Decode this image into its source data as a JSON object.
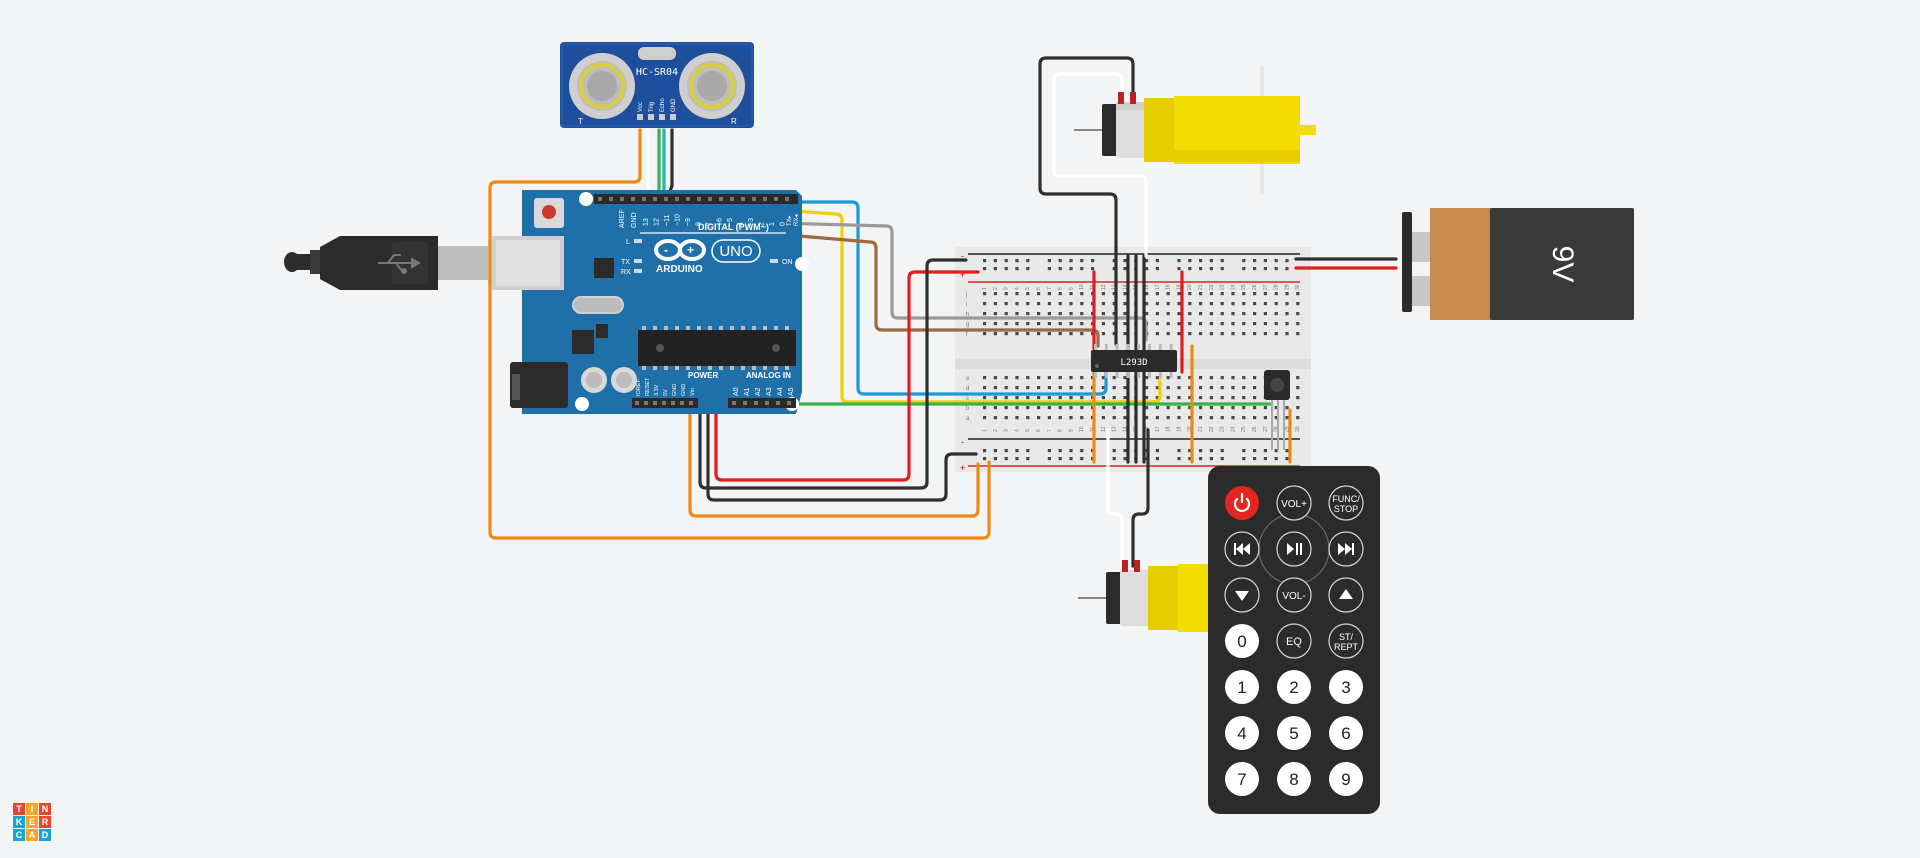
{
  "sensor": {
    "label": "HC-SR04",
    "pins": [
      "Vcc",
      "Trig",
      "Echo",
      "GND"
    ],
    "side_left": "T",
    "side_right": "R"
  },
  "arduino": {
    "brand": "ARDUINO",
    "model": "UNO",
    "digital_label": "DIGITAL (PWM~)",
    "power_label": "POWER",
    "analog_label": "ANALOG IN",
    "on_label": "ON",
    "l_label": "L",
    "tx_label": "TX",
    "rx_label": "RX",
    "aref_label": "AREF",
    "gnd_label": "GND",
    "tx_pin": "TX▸",
    "rx_pin": "RX◂",
    "digital_pins": [
      "13",
      "12",
      "~11",
      "~10",
      "~9",
      "8",
      "7",
      "~6",
      "~5",
      "4",
      "~3",
      "2",
      "1",
      "0"
    ],
    "power_pins": [
      "IOREF",
      "RESET",
      "3.3V",
      "5V",
      "GND",
      "GND",
      "Vin"
    ],
    "analog_pins": [
      "A0",
      "A1",
      "A2",
      "A3",
      "A4",
      "A5"
    ]
  },
  "driver": {
    "label": "L293D"
  },
  "battery": {
    "label": "9V"
  },
  "breadboard": {
    "rows_top": [
      "j",
      "i",
      "h",
      "g",
      "f"
    ],
    "rows_bottom": [
      "e",
      "d",
      "c",
      "b",
      "a"
    ],
    "column_numbers": [
      "1",
      "2",
      "3",
      "4",
      "5",
      "6",
      "7",
      "8",
      "9",
      "10",
      "11",
      "12",
      "13",
      "14",
      "15",
      "16",
      "17",
      "18",
      "19",
      "20",
      "21",
      "22",
      "23",
      "24",
      "25",
      "26",
      "27",
      "28",
      "29",
      "30"
    ],
    "plus": "+",
    "minus": "-"
  },
  "remote": {
    "buttons": [
      [
        "power",
        "VOL+",
        "FUNC/\nSTOP"
      ],
      [
        "prev",
        "play-pause",
        "next"
      ],
      [
        "down",
        "VOL-",
        "up"
      ],
      [
        "0",
        "EQ",
        "ST/\nREPT"
      ],
      [
        "1",
        "2",
        "3"
      ],
      [
        "4",
        "5",
        "6"
      ],
      [
        "7",
        "8",
        "9"
      ]
    ]
  },
  "logo": {
    "rows": [
      [
        "T",
        "I",
        "N"
      ],
      [
        "K",
        "E",
        "R"
      ],
      [
        "C",
        "A",
        "D"
      ]
    ]
  },
  "colors": {
    "background": "#f3f4f6",
    "arduino_board": "#1f6fa8",
    "sensor_board": "#1d4f9c",
    "breadboard": "#e9e9e9",
    "motor_yellow": "#f3dc00",
    "battery_brown": "#c98a4e",
    "battery_dark": "#3a3a3a",
    "remote_body": "#2b2b2b",
    "power_button": "#e3261f",
    "wire_red": "#e31b1b",
    "wire_black": "#2f2f2f",
    "wire_orange": "#ee8a12",
    "wire_yellow": "#f0d000",
    "wire_blue": "#1d9ad6",
    "wire_green": "#39b34a",
    "wire_brown": "#9a6b42",
    "wire_grey": "#9a9a9a",
    "wire_white": "#ffffff"
  }
}
